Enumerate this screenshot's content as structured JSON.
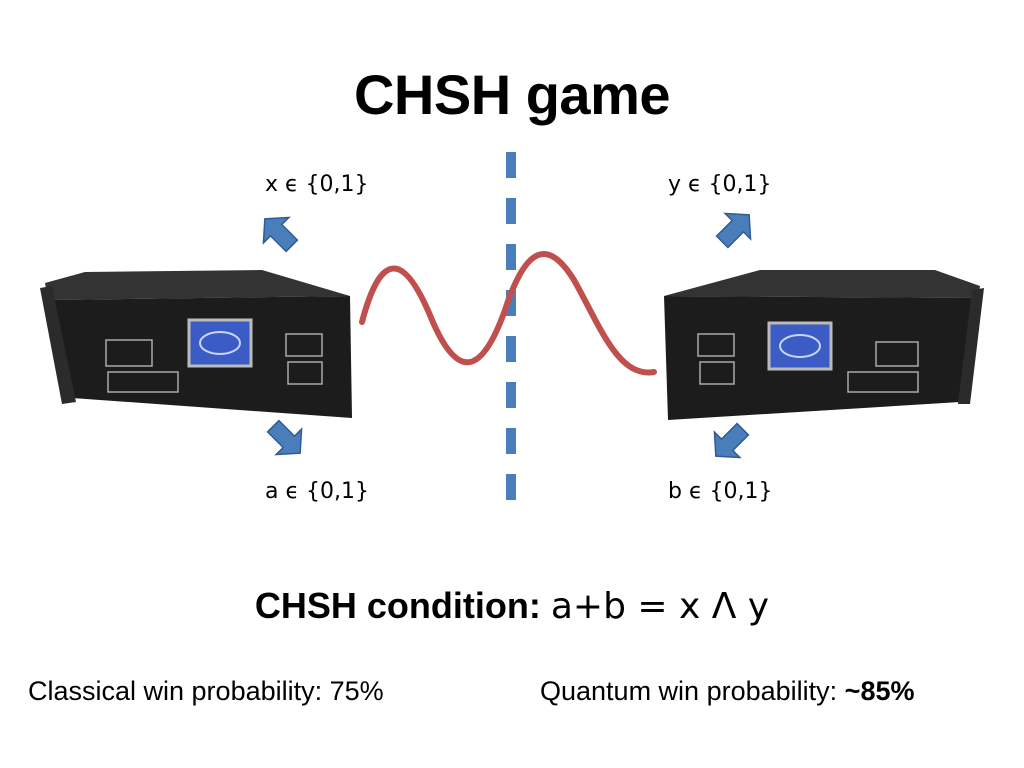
{
  "slide": {
    "title": "CHSH game",
    "alice": {
      "input_label": "x ϵ {0,1}",
      "output_label": "a ϵ {0,1}"
    },
    "bob": {
      "input_label": "y ϵ {0,1}",
      "output_label": "b ϵ {0,1}"
    },
    "condition": {
      "label": "CHSH condition:",
      "expression": "a+b = x Λ y"
    },
    "classical": {
      "label": "Classical win probability:",
      "value": "75%"
    },
    "quantum": {
      "label": "Quantum win probability:",
      "value": "~85%"
    }
  },
  "colors": {
    "arrow": "#4a7ebb",
    "divider": "#4a7ebb",
    "wave": "#c0504d",
    "device_body": "#1c1c1c",
    "device_screen": "#3b5cc4"
  },
  "icons": [
    "arrow-icon",
    "device-icon",
    "wave-icon",
    "divider-line"
  ]
}
